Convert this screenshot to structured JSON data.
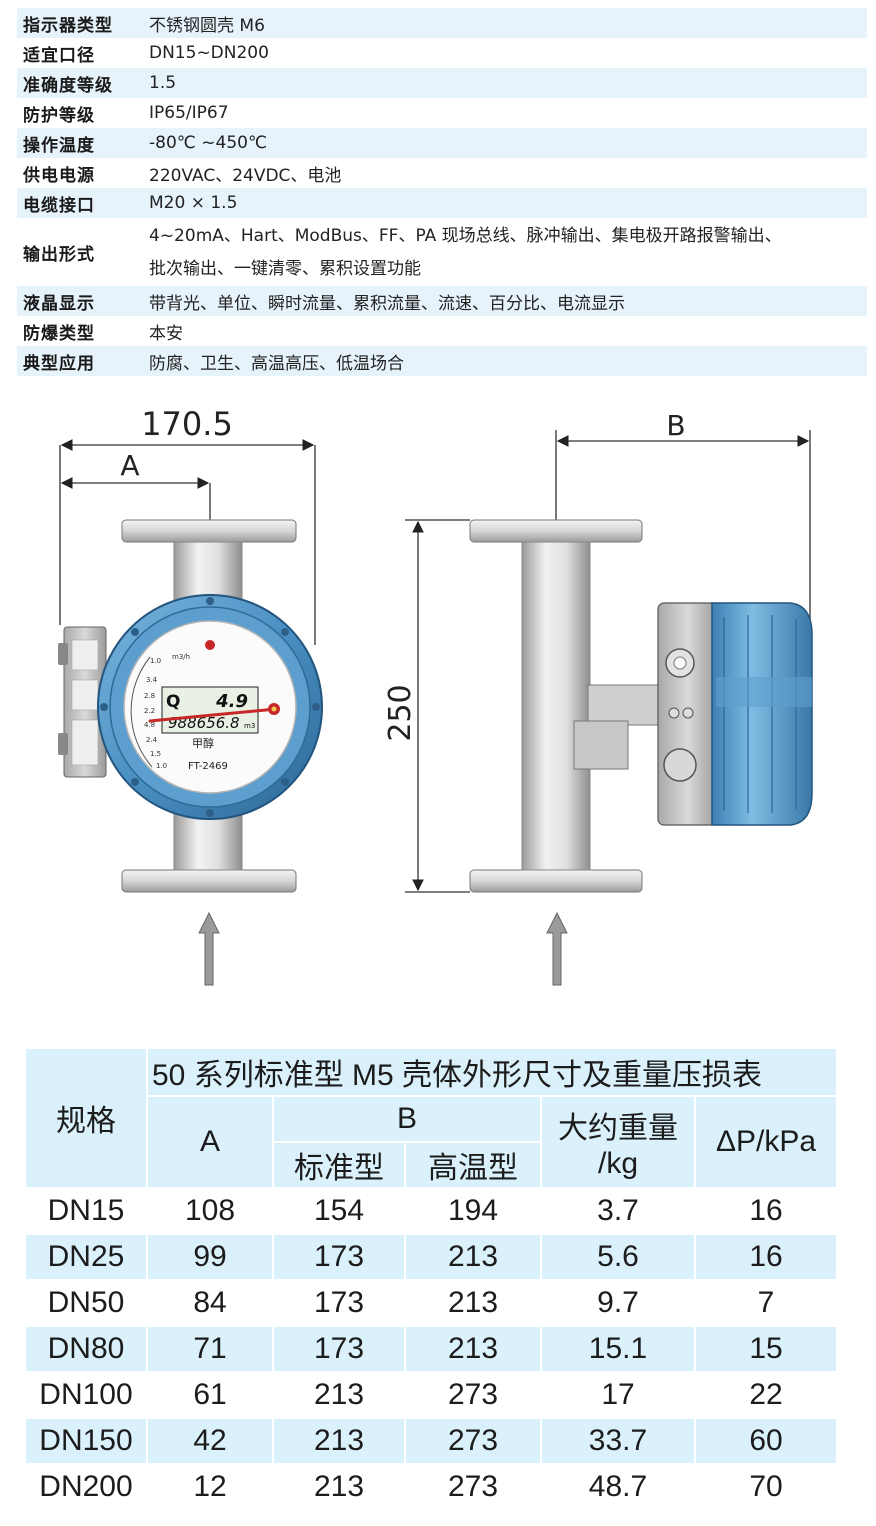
{
  "spec_rows": [
    {
      "key": "指示器类型",
      "value": "不锈钢圆壳 M6"
    },
    {
      "key": "适宜口径",
      "value": "DN15~DN200"
    },
    {
      "key": "准确度等级",
      "value": "1.5"
    },
    {
      "key": "防护等级",
      "value": "IP65/IP67"
    },
    {
      "key": "操作温度",
      "value": "-80℃ ~450℃"
    },
    {
      "key": "供电电源",
      "value": "220VAC、24VDC、电池"
    },
    {
      "key": "电缆接口",
      "value": "M20 × 1.5"
    },
    {
      "key": "输出形式",
      "value_line1": "4~20mA、Hart、ModBus、FF、PA 现场总线、脉冲输出、集电极开路报警输出、",
      "value_line2": "批次输出、一键清零、累积设置功能"
    },
    {
      "key": "液晶显示",
      "value": "带背光、单位、瞬时流量、累积流量、流速、百分比、电流显示"
    },
    {
      "key": "防爆类型",
      "value": "本安"
    },
    {
      "key": "典型应用",
      "value": "防腐、卫生、高温高压、低温场合"
    }
  ],
  "drawing": {
    "dim_total_width": "170.5",
    "dim_a": "A",
    "dim_b": "B",
    "dim_height": "250",
    "display": {
      "q_label": "Q",
      "flow_value": "4.9",
      "total_value": "988656.8",
      "total_unit": "m3",
      "medium": "甲醇",
      "tag": "FT-2469",
      "unit_label": "m3/h",
      "scale": [
        "1.0",
        "3.4",
        "2.8",
        "2.2",
        "4.8",
        "2.4",
        "1.5",
        "1.0"
      ]
    }
  },
  "dim_table": {
    "caption": "50 系列标准型 M5 壳体外形尺寸及重量压损表",
    "col_spec": "规格",
    "col_a": "A",
    "col_b": "B",
    "col_b_std": "标准型",
    "col_b_ht": "高温型",
    "col_weight_1": "大约重量",
    "col_weight_2": "/kg",
    "col_dp": "ΔP/kPa",
    "rows": [
      {
        "spec": "DN15",
        "a": "108",
        "b_std": "154",
        "b_ht": "194",
        "weight": "3.7",
        "dp": "16"
      },
      {
        "spec": "DN25",
        "a": "99",
        "b_std": "173",
        "b_ht": "213",
        "weight": "5.6",
        "dp": "16"
      },
      {
        "spec": "DN50",
        "a": "84",
        "b_std": "173",
        "b_ht": "213",
        "weight": "9.7",
        "dp": "7"
      },
      {
        "spec": "DN80",
        "a": "71",
        "b_std": "173",
        "b_ht": "213",
        "weight": "15.1",
        "dp": "15"
      },
      {
        "spec": "DN100",
        "a": "61",
        "b_std": "213",
        "b_ht": "273",
        "weight": "17",
        "dp": "22"
      },
      {
        "spec": "DN150",
        "a": "42",
        "b_std": "213",
        "b_ht": "273",
        "weight": "33.7",
        "dp": "60"
      },
      {
        "spec": "DN200",
        "a": "12",
        "b_std": "213",
        "b_ht": "273",
        "weight": "48.7",
        "dp": "70"
      }
    ]
  }
}
